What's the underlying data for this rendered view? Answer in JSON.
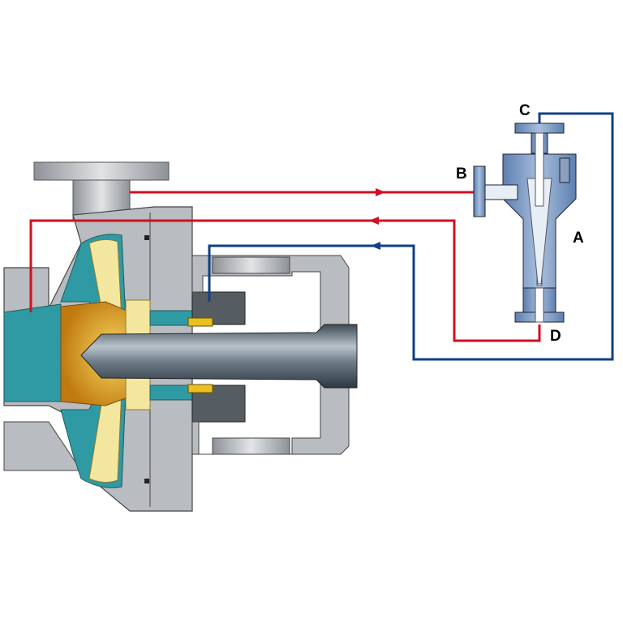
{
  "diagram": {
    "labels": {
      "a": "A",
      "b": "B",
      "c": "C",
      "d": "D"
    },
    "colors": {
      "casing": "#b9bcc0",
      "impeller": "#f3e7a0",
      "hub": "#e0a020",
      "suction": "#2f9aa3",
      "shaft": "#5f6d78",
      "red_line": "#d01020",
      "blue_line": "#123f86",
      "cyclone": "#7d9bc4"
    }
  }
}
